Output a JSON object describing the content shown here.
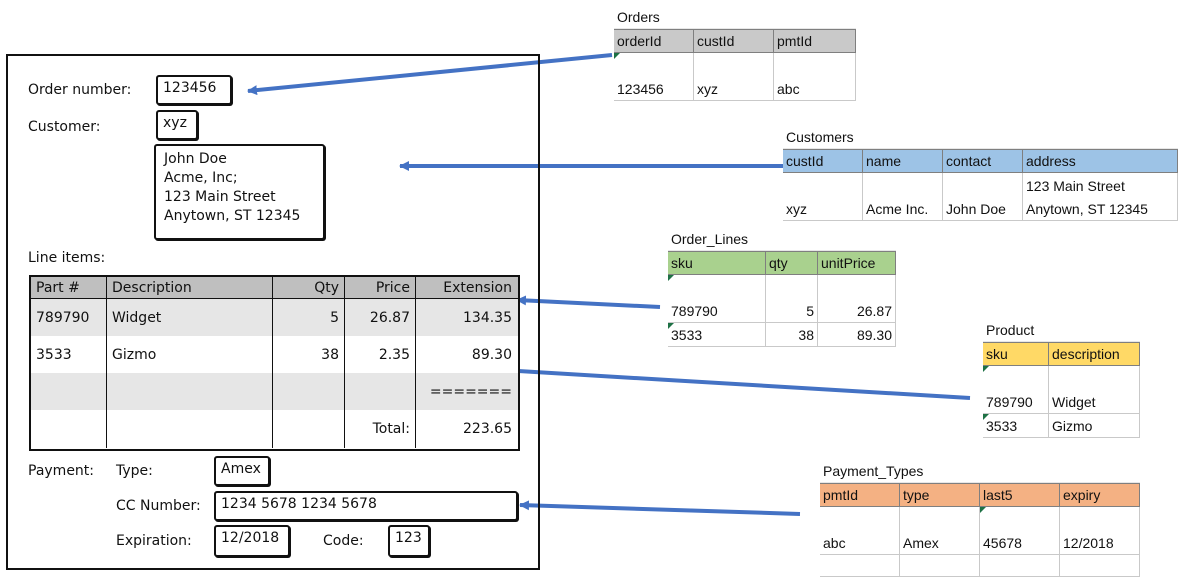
{
  "colors": {
    "arrow": "#4472c4",
    "orders_header": "#c9c9c9",
    "customers_header": "#9dc3e6",
    "order_lines_header": "#a9d18e",
    "product_header": "#ffd966",
    "payment_header": "#f4b183",
    "mockup_row_alt": "#e6e6e6",
    "mockup_header": "#bfbfbf"
  },
  "mockup": {
    "order_number_label": "Order number:",
    "order_number": "123456",
    "customer_label": "Customer:",
    "customer_id": "xyz",
    "address_lines": [
      "John Doe",
      "Acme, Inc;",
      "123 Main Street",
      "Anytown, ST 12345"
    ],
    "line_items_label": "Line items:",
    "line_items": {
      "headers": [
        "Part #",
        "Description",
        "Qty",
        "Price",
        "Extension"
      ],
      "rows": [
        [
          "789790",
          "Widget",
          "5",
          "26.87",
          "134.35"
        ],
        [
          "3533",
          "Gizmo",
          "38",
          "2.35",
          "89.30"
        ]
      ],
      "separator": "=======",
      "total_label": "Total:",
      "total_value": "223.65"
    },
    "payment_label": "Payment:",
    "type_label": "Type:",
    "type_value": "Amex",
    "cc_label": "CC Number:",
    "cc_value": "1234 5678 1234 5678",
    "expiration_label": "Expiration:",
    "expiration_value": "12/2018",
    "code_label": "Code:",
    "code_value": "123"
  },
  "tables": {
    "orders": {
      "title": "Orders",
      "headers": [
        "orderId",
        "custId",
        "pmtId"
      ],
      "rows": [
        [
          "123456",
          "xyz",
          "abc"
        ]
      ]
    },
    "customers": {
      "title": "Customers",
      "headers": [
        "custId",
        "name",
        "contact",
        "address"
      ],
      "address_line1": "123 Main Street",
      "rows": [
        [
          "xyz",
          "Acme Inc.",
          "John Doe",
          "Anytown, ST 12345"
        ]
      ]
    },
    "order_lines": {
      "title": "Order_Lines",
      "headers": [
        "sku",
        "qty",
        "unitPrice"
      ],
      "rows": [
        [
          "789790",
          "5",
          "26.87"
        ],
        [
          "3533",
          "38",
          "89.30"
        ]
      ]
    },
    "product": {
      "title": "Product",
      "headers": [
        "sku",
        "description"
      ],
      "rows": [
        [
          "789790",
          "Widget"
        ],
        [
          "3533",
          "Gizmo"
        ]
      ]
    },
    "payment_types": {
      "title": "Payment_Types",
      "headers": [
        "pmtId",
        "type",
        "last5",
        "expiry"
      ],
      "rows": [
        [
          "abc",
          "Amex",
          "45678",
          "12/2018"
        ]
      ]
    }
  }
}
